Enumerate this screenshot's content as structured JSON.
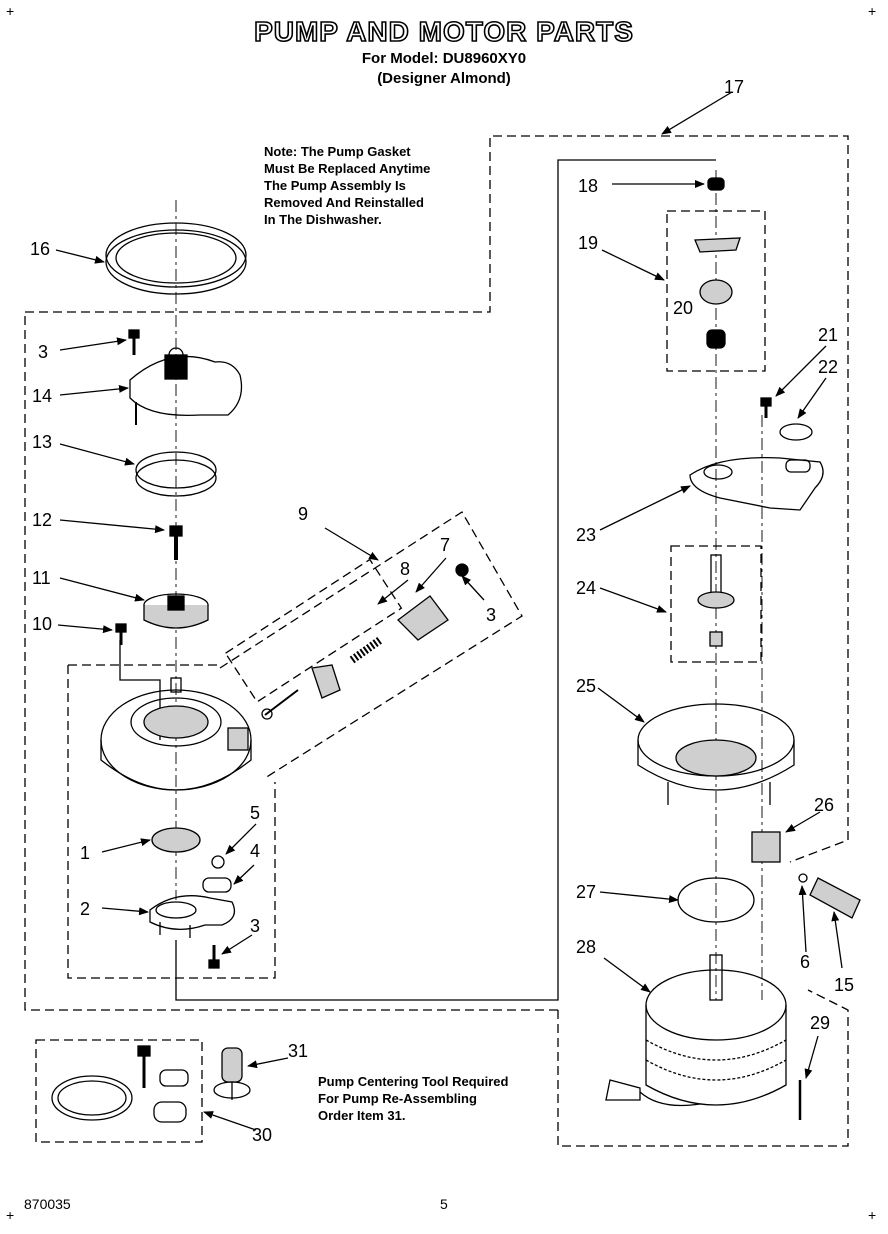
{
  "header": {
    "title": "PUMP AND MOTOR PARTS",
    "model_line": "For Model: DU8960XY0",
    "color_line": "(Designer Almond)"
  },
  "notes": {
    "gasket_note": "Note: The Pump Gasket\nMust Be Replaced Anytime\nThe Pump Assembly Is\nRemoved And Reinstalled\nIn The Dishwasher.",
    "tool_note": "Pump Centering Tool Required\nFor Pump Re-Assembling\nOrder Item 31."
  },
  "callouts": {
    "c1": "1",
    "c2": "2",
    "c3a": "3",
    "c3b": "3",
    "c3c": "3",
    "c4": "4",
    "c5": "5",
    "c6": "6",
    "c7": "7",
    "c8": "8",
    "c9": "9",
    "c10": "10",
    "c11": "11",
    "c12": "12",
    "c13": "13",
    "c14": "14",
    "c15": "15",
    "c16": "16",
    "c17": "17",
    "c18": "18",
    "c19": "19",
    "c20": "20",
    "c21": "21",
    "c22": "22",
    "c23": "23",
    "c24": "24",
    "c25": "25",
    "c26": "26",
    "c27": "27",
    "c28": "28",
    "c29": "29",
    "c30": "30",
    "c31": "31"
  },
  "footer": {
    "doc_number": "870035",
    "page_number": "5"
  },
  "colors": {
    "ink": "#000000",
    "paper": "#ffffff",
    "shade": "#cfcfcf"
  }
}
